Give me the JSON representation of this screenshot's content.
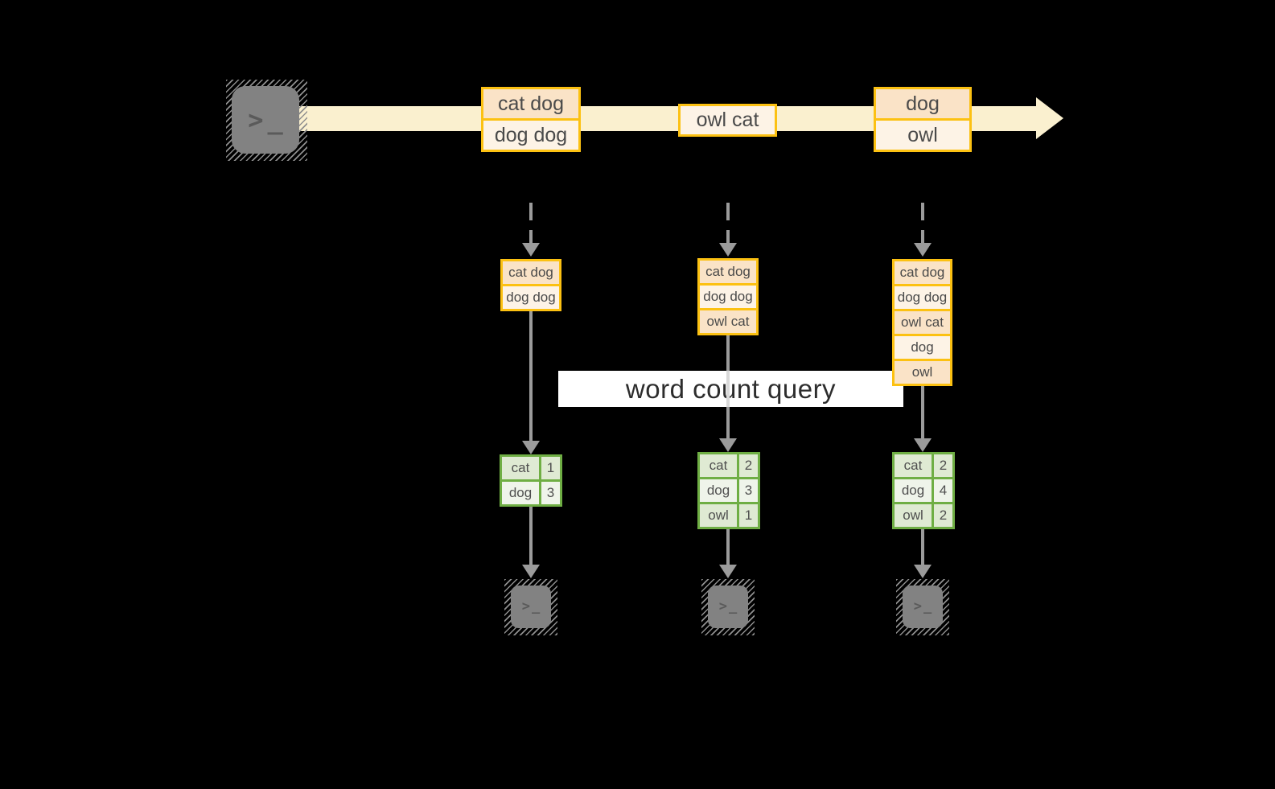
{
  "colors": {
    "background": "#000000",
    "stream_fill": "#faf0cf",
    "record_border": "#fcc112",
    "record_fill_dark": "#fae3c7",
    "record_fill_light": "#fdf3e6",
    "table_border": "#6fae44",
    "table_fill_dark": "#dfead3",
    "table_fill_light": "#eff4ea",
    "arrow_gray": "#9b9b9b",
    "terminal_gray": "#828282",
    "query_band_bg": "#ffffff"
  },
  "terminal": {
    "prompt": ">",
    "cursor": "_"
  },
  "query_band": {
    "label": "word count query"
  },
  "stream": {
    "boxes": [
      {
        "cells": [
          "cat dog",
          "dog dog"
        ]
      },
      {
        "cells": [
          "owl cat"
        ]
      },
      {
        "cells": [
          "dog",
          "owl"
        ]
      }
    ]
  },
  "columns": [
    {
      "buffer": [
        "cat dog",
        "dog dog"
      ],
      "counts": [
        {
          "word": "cat",
          "count": "1"
        },
        {
          "word": "dog",
          "count": "3"
        }
      ]
    },
    {
      "buffer": [
        "cat dog",
        "dog dog",
        "owl cat"
      ],
      "counts": [
        {
          "word": "cat",
          "count": "2"
        },
        {
          "word": "dog",
          "count": "3"
        },
        {
          "word": "owl",
          "count": "1"
        }
      ]
    },
    {
      "buffer": [
        "cat dog",
        "dog dog",
        "owl cat",
        "dog",
        "owl"
      ],
      "counts": [
        {
          "word": "cat",
          "count": "2"
        },
        {
          "word": "dog",
          "count": "4"
        },
        {
          "word": "owl",
          "count": "2"
        }
      ]
    }
  ]
}
